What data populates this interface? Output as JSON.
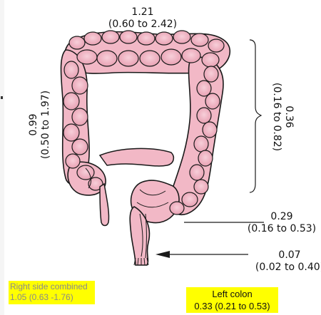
{
  "transverse": {
    "value": "1.21",
    "ci": "(0.60 to 2.42)"
  },
  "ascending": {
    "value": "0.99",
    "ci": "(0.50 to 1.97)"
  },
  "descending": {
    "value": "0.36",
    "ci": "(0.16 to 0.82)"
  },
  "sigmoid": {
    "value": "0.29",
    "ci": "(0.16 to 0.53)"
  },
  "rectum": {
    "value": "0.07",
    "ci": "(0.02 to 0.40)"
  },
  "right_side_combined": {
    "label": "Right side combined",
    "value": "1.05 (0.63 -1.76)"
  },
  "left_colon": {
    "label": "Left colon",
    "value": "0.33 (0.21 to 0.53)"
  },
  "colors": {
    "colon_fill": "#f2b8c6",
    "colon_outline": "#1a1a1a",
    "highlight": "#ffff00"
  },
  "icons": {
    "illustration": "colon-illustration"
  }
}
